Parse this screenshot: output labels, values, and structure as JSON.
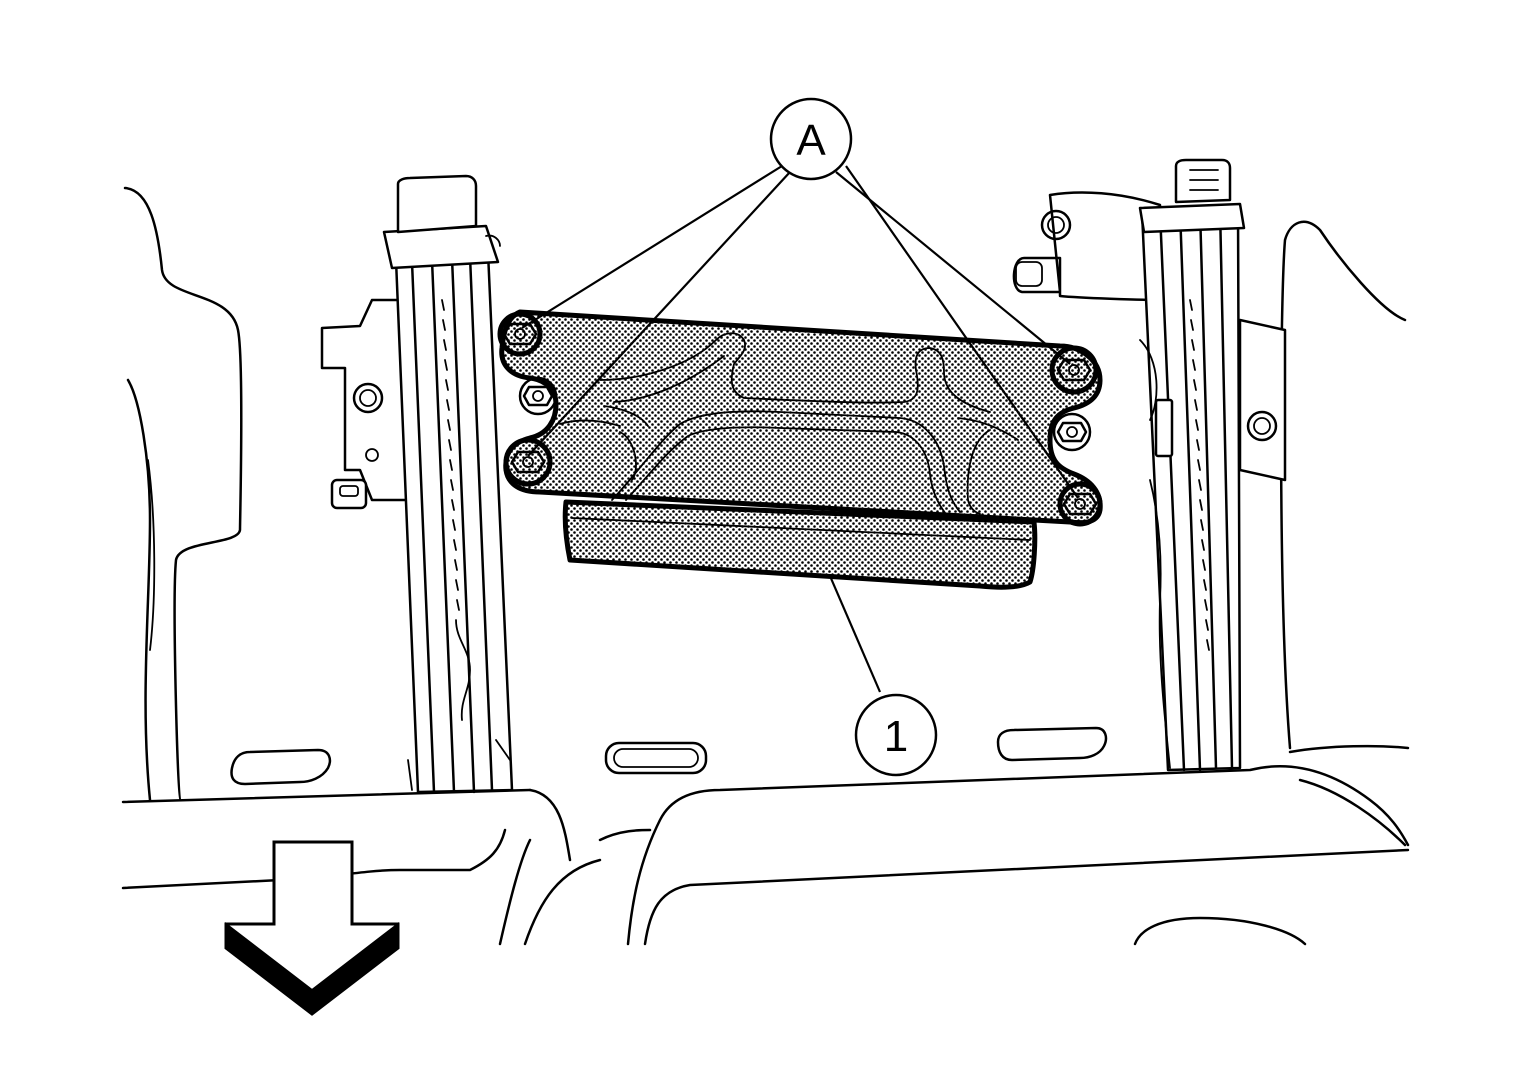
{
  "callouts": {
    "fastener_label": "A",
    "part_label": "1"
  },
  "colors": {
    "line": "#000000",
    "background": "#ffffff",
    "highlight_pattern": "dot-stipple"
  },
  "icons": {
    "direction_arrow": "down-arrow-icon",
    "fasteners": "bolt-icon"
  }
}
